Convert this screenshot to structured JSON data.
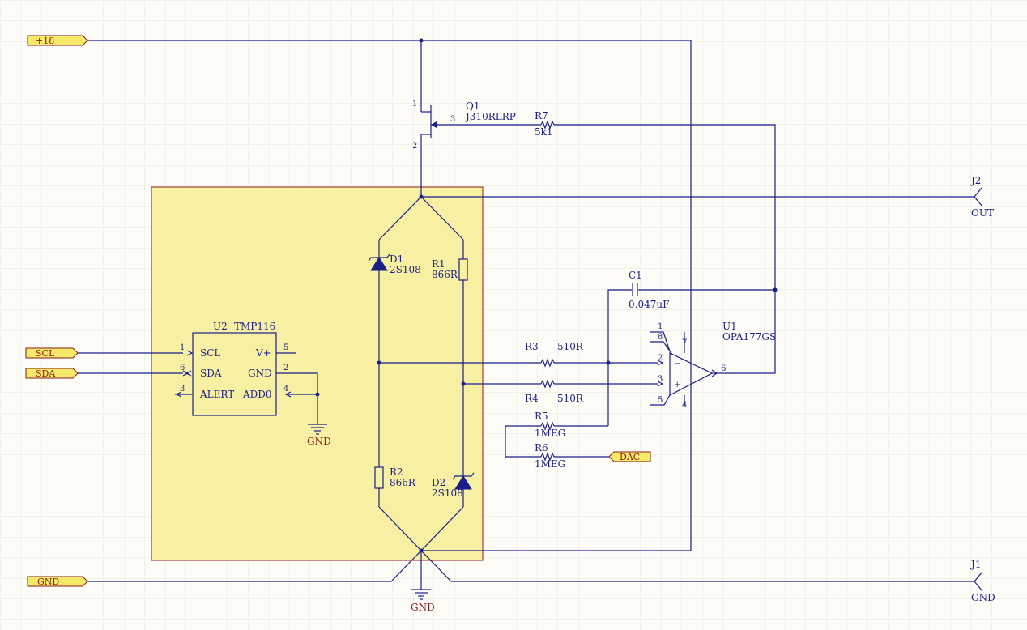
{
  "colors": {
    "background": "#fdfcf6",
    "grid": "#e6e6dc",
    "wire": "#1a1f8a",
    "port_fill": "#f5e96a",
    "port_stroke": "#8a1a1a",
    "region_fill": "#f7f0a2",
    "region_stroke": "#8a1a1a"
  },
  "ports": {
    "p18": "+18",
    "scl": "SCL",
    "sda": "SDA",
    "gnd": "GND",
    "dac": "DAC"
  },
  "connectors": {
    "j2": {
      "ref": "J2",
      "name": "OUT"
    },
    "j1": {
      "ref": "J1",
      "name": "GND"
    }
  },
  "ground_labels": {
    "u2": "GND",
    "main": "GND"
  },
  "components": {
    "q1": {
      "ref": "Q1",
      "value": "J310RLRP",
      "pins": [
        "1",
        "2",
        "3"
      ]
    },
    "r7": {
      "ref": "R7",
      "value": "5k1"
    },
    "d1": {
      "ref": "D1",
      "value": "2S108"
    },
    "r1": {
      "ref": "R1",
      "value": "866R"
    },
    "r2": {
      "ref": "R2",
      "value": "866R"
    },
    "d2": {
      "ref": "D2",
      "value": "2S108"
    },
    "c1": {
      "ref": "C1",
      "value": "0.047uF"
    },
    "r3": {
      "ref": "R3",
      "value": "510R"
    },
    "r4": {
      "ref": "R4",
      "value": "510R"
    },
    "r5": {
      "ref": "R5",
      "value": "1MEG"
    },
    "r6": {
      "ref": "R6",
      "value": "1MEG"
    },
    "u1": {
      "ref": "U1",
      "value": "OPA177GS",
      "pins": [
        "1",
        "8",
        "7",
        "2",
        "3",
        "6",
        "5",
        "4"
      ],
      "minus": "−",
      "plus": "+"
    },
    "u2": {
      "ref": "U2",
      "value": "TMP116",
      "left_pins": [
        {
          "num": "1",
          "name": "SCL"
        },
        {
          "num": "6",
          "name": "SDA"
        },
        {
          "num": "3",
          "name": "ALERT"
        }
      ],
      "right_pins": [
        {
          "num": "5",
          "name": "V+"
        },
        {
          "num": "2",
          "name": "GND"
        },
        {
          "num": "4",
          "name": "ADD0"
        }
      ]
    }
  }
}
